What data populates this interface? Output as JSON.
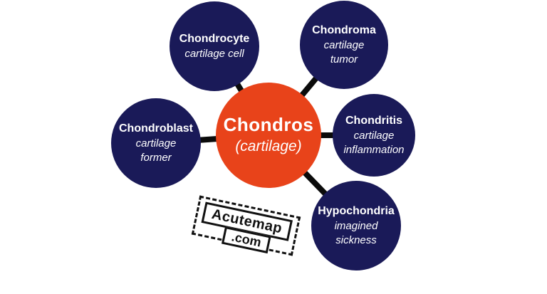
{
  "colors": {
    "bg": "#ffffff",
    "center_fill": "#e8431a",
    "node_fill": "#1a1a58",
    "connector": "#0b0b0b",
    "label": "#ffffff",
    "stamp_ink": "#111111"
  },
  "center": {
    "term": "Chondros",
    "definition": "(cartilage)"
  },
  "nodes": [
    {
      "term": "Chondrocyte",
      "definition": "cartilage cell"
    },
    {
      "term": "Chondroma",
      "definition": "cartilage\ntumor"
    },
    {
      "term": "Chondroblast",
      "definition": "cartilage\nformer"
    },
    {
      "term": "Chondritis",
      "definition": "cartilage\ninflammation"
    },
    {
      "term": "Hypochondria",
      "definition": "imagined\nsickness"
    }
  ],
  "stamp": {
    "line1": "Acutemap",
    "line2": ".com"
  }
}
